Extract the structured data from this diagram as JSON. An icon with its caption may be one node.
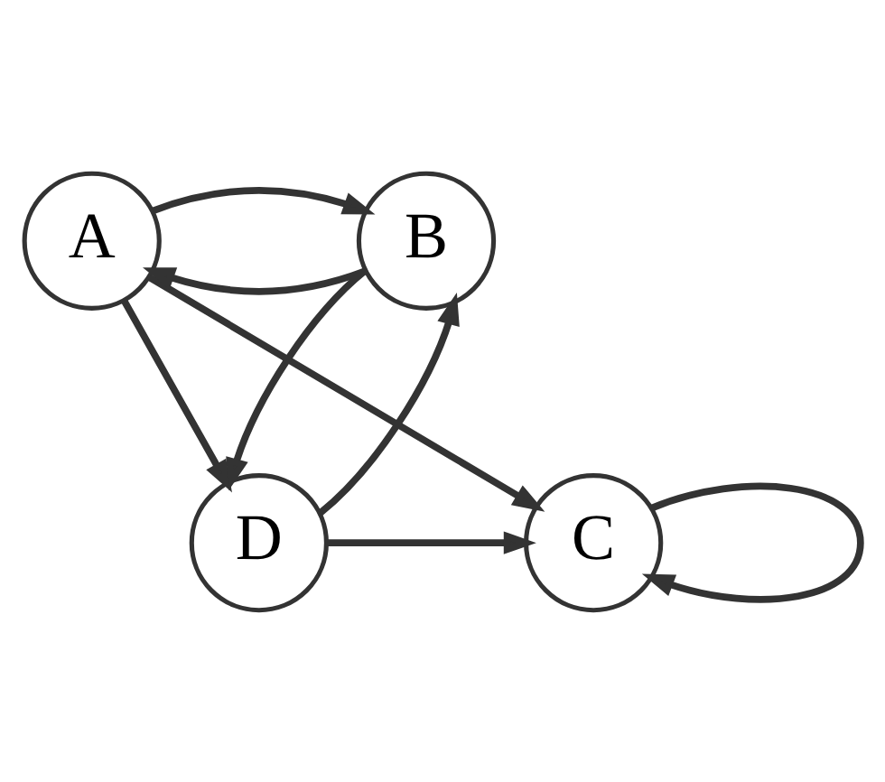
{
  "diagram": {
    "nodes": [
      {
        "text": [
          "A"
        ]
      },
      {
        "text": [
          "B"
        ]
      },
      {
        "text": [
          "C"
        ]
      },
      {
        "text": [
          "D"
        ]
      }
    ],
    "edges": [
      {
        "from": 1,
        "to": 0,
        "arrow": "to"
      },
      {
        "from": 0,
        "to": 1,
        "arrow": "to"
      },
      {
        "from": 0,
        "to": 2,
        "arrow": "to"
      },
      {
        "from": 0,
        "to": 3,
        "arrow": "to"
      },
      {
        "from": 3,
        "to": 1,
        "arrow": "to"
      },
      {
        "from": 1,
        "to": 3,
        "arrow": "to"
      },
      {
        "from": 3,
        "to": 2,
        "arrow": "to"
      },
      {
        "from": 2,
        "to": 2,
        "arrow": "to"
      }
    ]
  }
}
